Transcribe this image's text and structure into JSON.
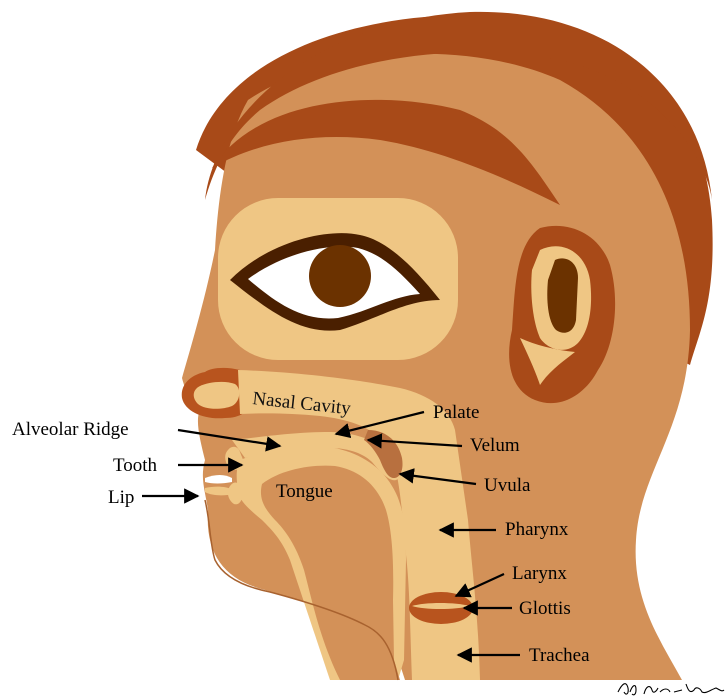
{
  "diagram": {
    "labels": {
      "nasal_cavity": "Nasal Cavity",
      "palate": "Palate",
      "alveolar_ridge": "Alveolar Ridge",
      "velum": "Velum",
      "tooth": "Tooth",
      "uvula": "Uvula",
      "lip": "Lip",
      "tongue": "Tongue",
      "pharynx": "Pharynx",
      "larynx": "Larynx",
      "glottis": "Glottis",
      "trachea": "Trachea"
    },
    "signature": "Ab Maria Wagner",
    "colors": {
      "hair": "#A84A18",
      "skin": "#D39158",
      "light": "#EFC684",
      "dark_skin": "#B8703F",
      "iris": "#6B3200",
      "eye_white": "#FFFFFF"
    }
  }
}
